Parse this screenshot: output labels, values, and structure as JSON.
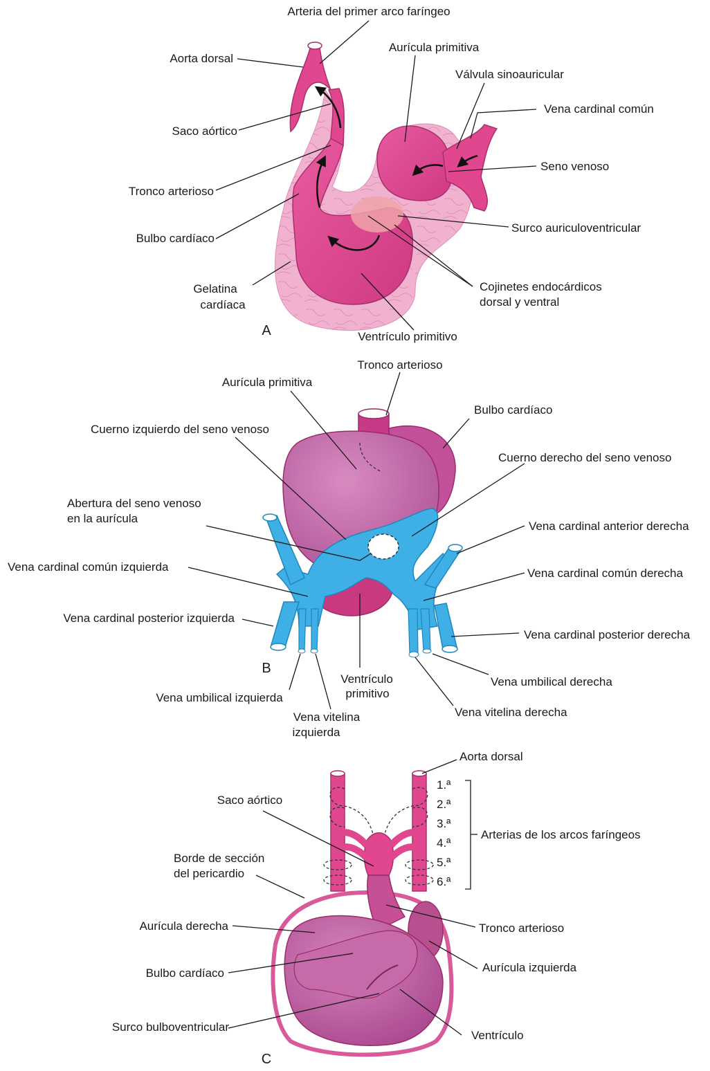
{
  "colors": {
    "heart": "#e0478f",
    "heart_dark": "#b8306e",
    "heart_light": "#d877b6",
    "jelly": "#f0b2cf",
    "vein": "#3eb0e6",
    "vein_dark": "#1f86bf",
    "cushion": "#eea3a9"
  },
  "panel_a": {
    "letter": "A",
    "labels": {
      "arteria_primer_arco": "Arteria del primer arco faríngeo",
      "aorta_dorsal": "Aorta dorsal",
      "auricula_primitiva": "Aurícula primitiva",
      "valvula_sinoauricular": "Válvula sinoauricular",
      "vena_cardinal_comun": "Vena cardinal común",
      "saco_aortico": "Saco aórtico",
      "seno_venoso": "Seno venoso",
      "tronco_arterioso": "Tronco arterioso",
      "surco_auriculoventricular": "Surco auriculoventricular",
      "bulbo_cardiaco": "Bulbo cardíaco",
      "gelatina_1": "Gelatina",
      "gelatina_2": "cardíaca",
      "cojinetes_1": "Cojinetes endocárdicos",
      "cojinetes_2": "dorsal y ventral",
      "ventriculo_primitivo": "Ventrículo primitivo"
    }
  },
  "panel_b": {
    "letter": "B",
    "labels": {
      "tronco_arterioso": "Tronco arterioso",
      "auricula_primitiva": "Aurícula primitiva",
      "bulbo_cardiaco": "Bulbo cardíaco",
      "cuerno_izquierdo": "Cuerno izquierdo del seno venoso",
      "cuerno_derecho": "Cuerno derecho del seno venoso",
      "abertura_1": "Abertura del seno venoso",
      "abertura_2": "en la aurícula",
      "cardinal_anterior_derecha": "Vena cardinal anterior derecha",
      "cardinal_comun_izquierda": "Vena cardinal común izquierda",
      "cardinal_comun_derecha": "Vena cardinal común derecha",
      "cardinal_posterior_izquierda": "Vena cardinal posterior izquierda",
      "cardinal_posterior_derecha": "Vena cardinal posterior derecha",
      "ventriculo_1": "Ventrículo",
      "ventriculo_2": "primitivo",
      "umbilical_derecha": "Vena umbilical derecha",
      "umbilical_izquierda": "Vena umbilical izquierda",
      "vitelina_izquierda_1": "Vena vitelina",
      "vitelina_izquierda_2": "izquierda",
      "vitelina_derecha": "Vena vitelina derecha"
    }
  },
  "panel_c": {
    "letter": "C",
    "labels": {
      "aorta_dorsal": "Aorta dorsal",
      "saco_aortico": "Saco aórtico",
      "arterias_arcos": "Arterias de los arcos faríngeos",
      "borde_1": "Borde de sección",
      "borde_2": "del pericardio",
      "tronco_arterioso": "Tronco arterioso",
      "auricula_derecha": "Aurícula derecha",
      "auricula_izquierda": "Aurícula izquierda",
      "bulbo_cardiaco": "Bulbo cardíaco",
      "surco_bulboventricular": "Surco bulboventricular",
      "ventriculo": "Ventrículo"
    },
    "arch_numbers": [
      "1.ª",
      "2.ª",
      "3.ª",
      "4.ª",
      "5.ª",
      "6.ª"
    ]
  }
}
